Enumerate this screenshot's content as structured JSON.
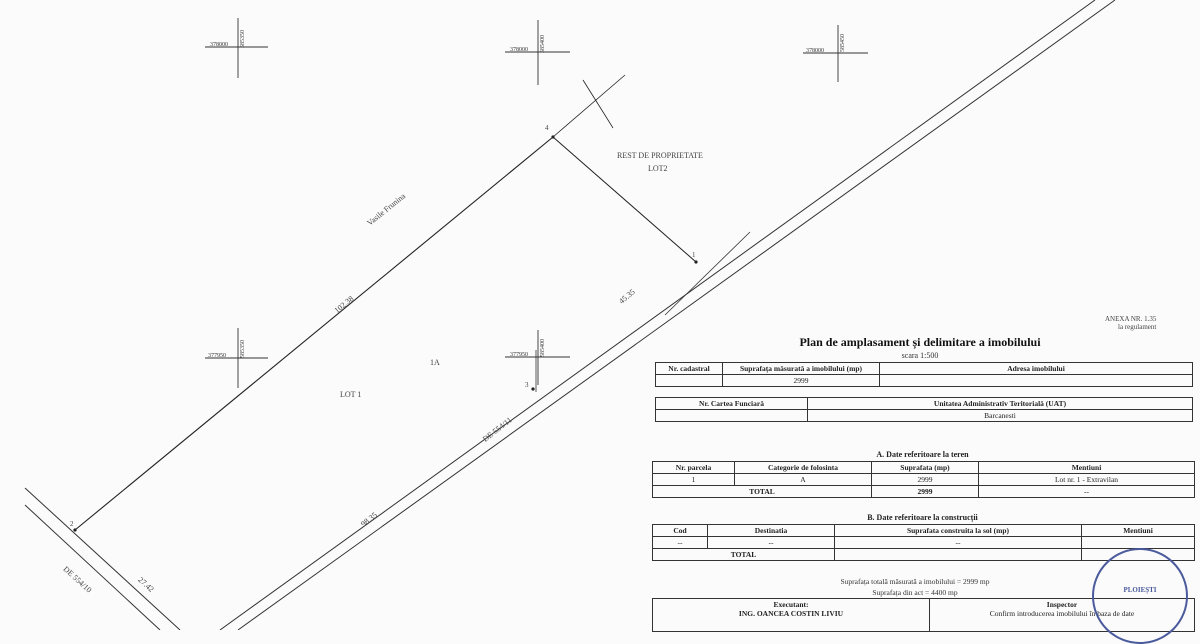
{
  "plan": {
    "coords": {
      "c1_h": "378000",
      "c1_v": "585350",
      "c2_h": "378000",
      "c2_v": "585400",
      "c3_h": "378000",
      "c3_v": "585450",
      "c4_h": "377950",
      "c4_v": "585350",
      "c5_h": "377950",
      "c5_v": "585400"
    },
    "labels": {
      "rest": "REST DE PROPRIETATE",
      "rest_lot": "LOT2",
      "street": "Vasile Frunina",
      "dist_left": "102.38",
      "dist_right": "45.35",
      "dist_bottom": "27.42",
      "lot": "LOT 1",
      "parcel": "1A",
      "road_de1": "DE 554/11",
      "road_de2": "DE 554/10",
      "road_dist": "98.35"
    },
    "points": {
      "p4": "4",
      "p1": "1",
      "p2": "2",
      "p3": "3"
    }
  },
  "doc": {
    "annex_line1": "ANEXA NR. 1.35",
    "annex_line2": "la regulament",
    "title": "Plan de amplasament și delimitare a imobilului",
    "scale": "scara 1:500",
    "t1": {
      "h1": "Nr. cadastral",
      "h2": "Suprafața măsurată a imobilului (mp)",
      "h3": "Adresa imobilului",
      "v2": "2999",
      "v3": ""
    },
    "t2": {
      "h1": "Nr. Cartea Funciară",
      "h2": "Unitatea Administrativ Teritorială (UAT)",
      "v2": "Barcanesti"
    },
    "sectA": "A. Date referitoare la teren",
    "tA": {
      "h1": "Nr. parcela",
      "h2": "Categorie de folosinta",
      "h3": "Suprafata (mp)",
      "h4": "Mentiuni",
      "r1": "1",
      "r2": "A",
      "r3": "2999",
      "r4": "Lot nr. 1 - Extravilan",
      "total": "TOTAL",
      "total_val": "2999",
      "total_dash": "--"
    },
    "sectB": "B. Date referitoare la construcții",
    "tB": {
      "h1": "Cod",
      "h2": "Destinatia",
      "h3": "Suprafata construita la sol (mp)",
      "h4": "Mentiuni",
      "r1": "--",
      "r2": "--",
      "r3": "--",
      "r4": "",
      "total": "TOTAL"
    },
    "summary1": "Suprafața totală măsurată a imobilului = 2999 mp",
    "summary2": "Suprafața din act = 4400 mp",
    "exec_label": "Executant:",
    "exec_name": "ING. OANCEA COSTIN LIVIU",
    "inspector_label": "Inspector",
    "inspector_text": "Confirm introducerea imobilului în baza de date",
    "stamp_text": "PLOIEȘTI"
  }
}
